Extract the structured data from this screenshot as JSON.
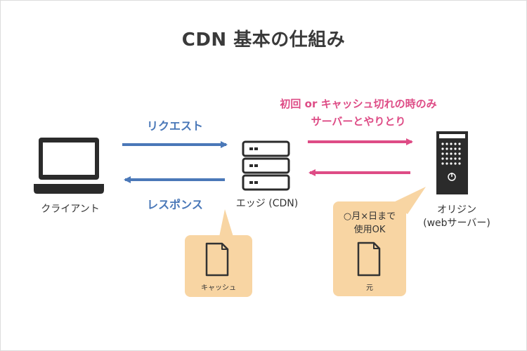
{
  "title": "CDN 基本の仕組み",
  "nodes": {
    "client": "クライアント",
    "edge": "エッジ (CDN)",
    "origin_line1": "オリジン",
    "origin_line2": "(webサーバー)"
  },
  "arrows": {
    "request": "リクエスト",
    "response": "レスポンス",
    "origin_note_line1": "初回 or キャッシュ切れの時のみ",
    "origin_note_line2": "サーバーとやりとり"
  },
  "callouts": {
    "cache_label": "キャッシュ",
    "origin_cache_policy_line1": "○月×日まで",
    "origin_cache_policy_line2": "使用OK",
    "origin_file_label": "元"
  },
  "colors": {
    "request_arrow": "#4a78b8",
    "origin_arrow": "#de4c86",
    "callout_bg": "#f8d5a3",
    "device_dark": "#2b2b2b"
  }
}
